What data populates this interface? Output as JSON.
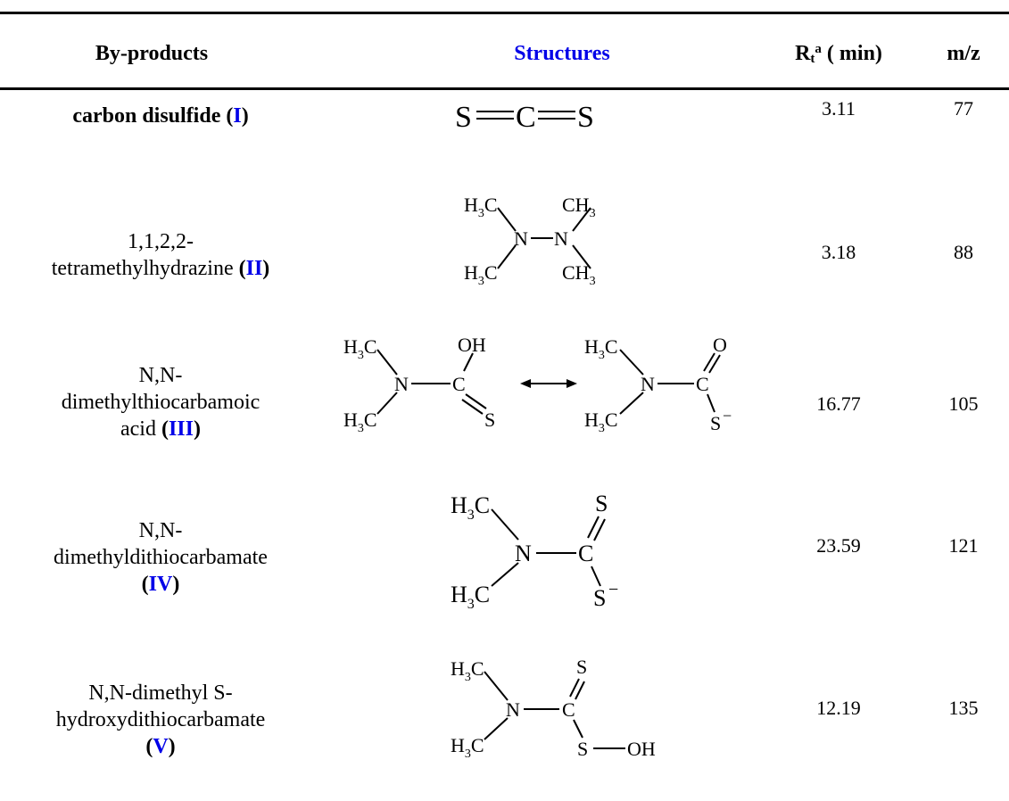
{
  "headers": {
    "byproducts": "By-products",
    "structures": "Structures",
    "rt_main": "R",
    "rt_sub": "t",
    "rt_sup": "a",
    "rt_unit": " ( min)",
    "mz": "m/z"
  },
  "rows": [
    {
      "name": "carbon disulfide ",
      "roman": "I",
      "rt": "3.11",
      "mz": "77"
    },
    {
      "name_l1": "1,1,2,2-",
      "name_l2": "tetramethylhydrazine ",
      "roman": "II",
      "rt": "3.18",
      "mz": "88"
    },
    {
      "name_l1": "N,N-",
      "name_l2": "dimethylthiocarbamoic",
      "name_l3": "acid ",
      "roman": "III",
      "rt": "16.77",
      "mz": "105"
    },
    {
      "name_l1": "N,N-",
      "name_l2": "dimethyldithiocarbamate",
      "roman": "IV",
      "rt": "23.59",
      "mz": "121"
    },
    {
      "name_l1": "N,N-dimethyl S-",
      "name_l2": "hydroxydithiocarbamate",
      "roman": "V",
      "rt": "12.19",
      "mz": "135"
    }
  ],
  "atoms": {
    "S": "S",
    "C": "C",
    "N": "N",
    "O": "O",
    "OH": "OH",
    "H3C_H": "H",
    "H3C_3": "3",
    "H3C_C": "C",
    "CH3_CH": "CH",
    "CH3_3": "3",
    "minus": "−"
  },
  "colors": {
    "accent": "#0000e8",
    "text": "#000000"
  }
}
